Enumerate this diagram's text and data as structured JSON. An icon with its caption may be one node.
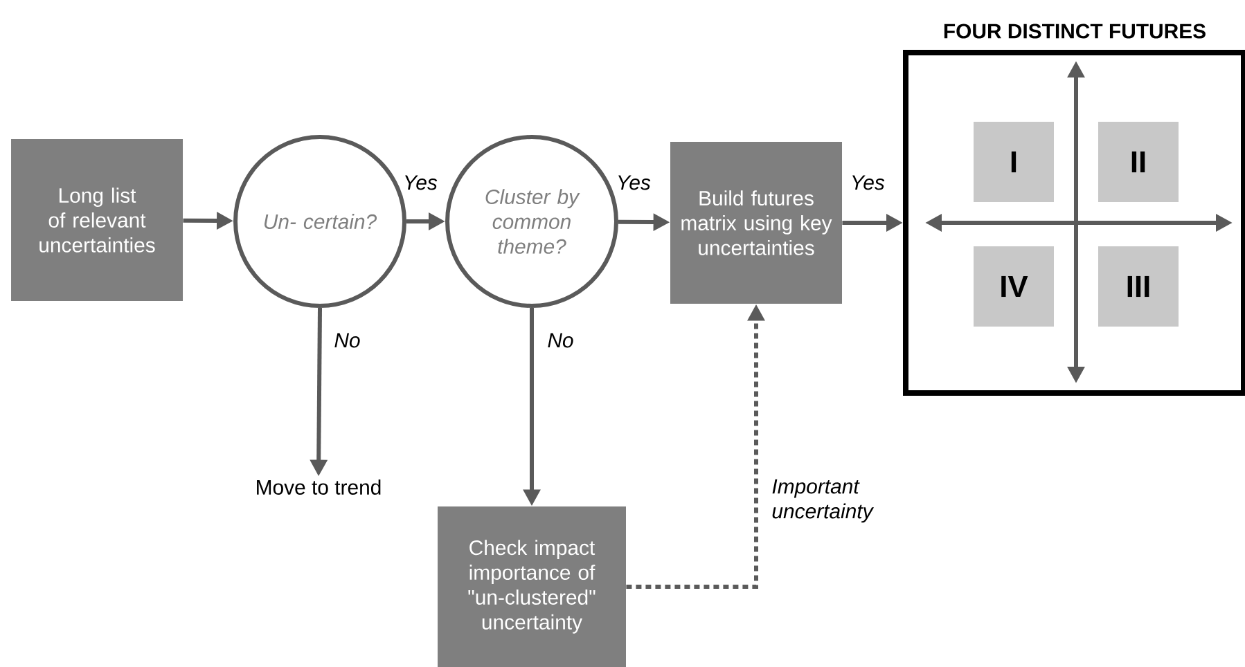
{
  "diagram": {
    "nodes": [
      {
        "text": [
          "Long list of relevant uncertainties"
        ]
      },
      {
        "text": [
          "Un- certain?"
        ]
      },
      {
        "text": [
          "Cluster by common theme?"
        ]
      },
      {
        "text": [
          "Build futures matrix using key uncertainties"
        ]
      },
      {
        "text": [
          "FOUR DISTINCT FUTURES"
        ]
      },
      {
        "text": [
          "I"
        ],
        "in": 4
      },
      {
        "text": [
          "II"
        ],
        "in": 4
      },
      {
        "text": [
          "IV"
        ],
        "in": 4
      },
      {
        "text": [
          "III"
        ],
        "in": 4
      },
      {
        "text": [
          "Move to trend"
        ]
      },
      {
        "text": [
          "Check impact importance of \"un-clustered\" uncertainty"
        ]
      }
    ],
    "edges": [
      {
        "from": 0,
        "to": 1,
        "arrow": "to"
      },
      {
        "from": 1,
        "to": 2,
        "arrow": "to",
        "label": "Yes"
      },
      {
        "from": 2,
        "to": 3,
        "arrow": "to",
        "label": "Yes"
      },
      {
        "from": 3,
        "to": 4,
        "arrow": "to",
        "label": "Yes"
      },
      {
        "from": 1,
        "to": 9,
        "arrow": "to",
        "label": "No"
      },
      {
        "from": 2,
        "to": 10,
        "arrow": "to",
        "label": "No"
      },
      {
        "from": 10,
        "to": 3,
        "arrow": "to",
        "label": "Important uncertainty",
        "style": "dashed"
      }
    ]
  }
}
